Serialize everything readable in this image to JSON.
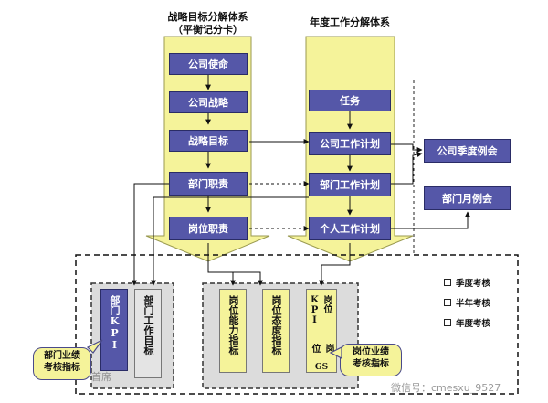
{
  "left_column": {
    "title_line1": "战略目标分解体系",
    "title_line2": "（平衡记分卡）",
    "boxes": [
      "公司使命",
      "公司战略",
      "战略目标",
      "部门职责",
      "岗位职责"
    ]
  },
  "right_column": {
    "title": "年度工作分解体系",
    "boxes": [
      "任务",
      "公司工作计划",
      "部门工作计划",
      "个人工作计划"
    ]
  },
  "meetings": {
    "quarterly": "公司季度例会",
    "monthly": "部门月例会"
  },
  "department_panel": {
    "kpi_box": "部门KPI",
    "goal_box": "部门工作目标"
  },
  "position_panel": {
    "ability_box": "岗位能力指标",
    "attitude_box": "岗位态度指标",
    "kpi_box_line1": "岗位KPI",
    "kpi_box_line2": "岗位",
    "kpi_box_line3": "GS"
  },
  "callouts": {
    "department_line1": "部门业绩",
    "department_line2": "考核指标",
    "position_line1": "岗位业绩",
    "position_line2": "考核指标"
  },
  "legend": [
    "季度考核",
    "半年考核",
    "年度考核"
  ],
  "watermark": {
    "left": "首席",
    "right": "微信号：cmesxu_9527"
  },
  "colors": {
    "box_fill": "#5557a8",
    "arrow_fill": "#f5f39a",
    "panel_fill": "#dcdcdc"
  }
}
